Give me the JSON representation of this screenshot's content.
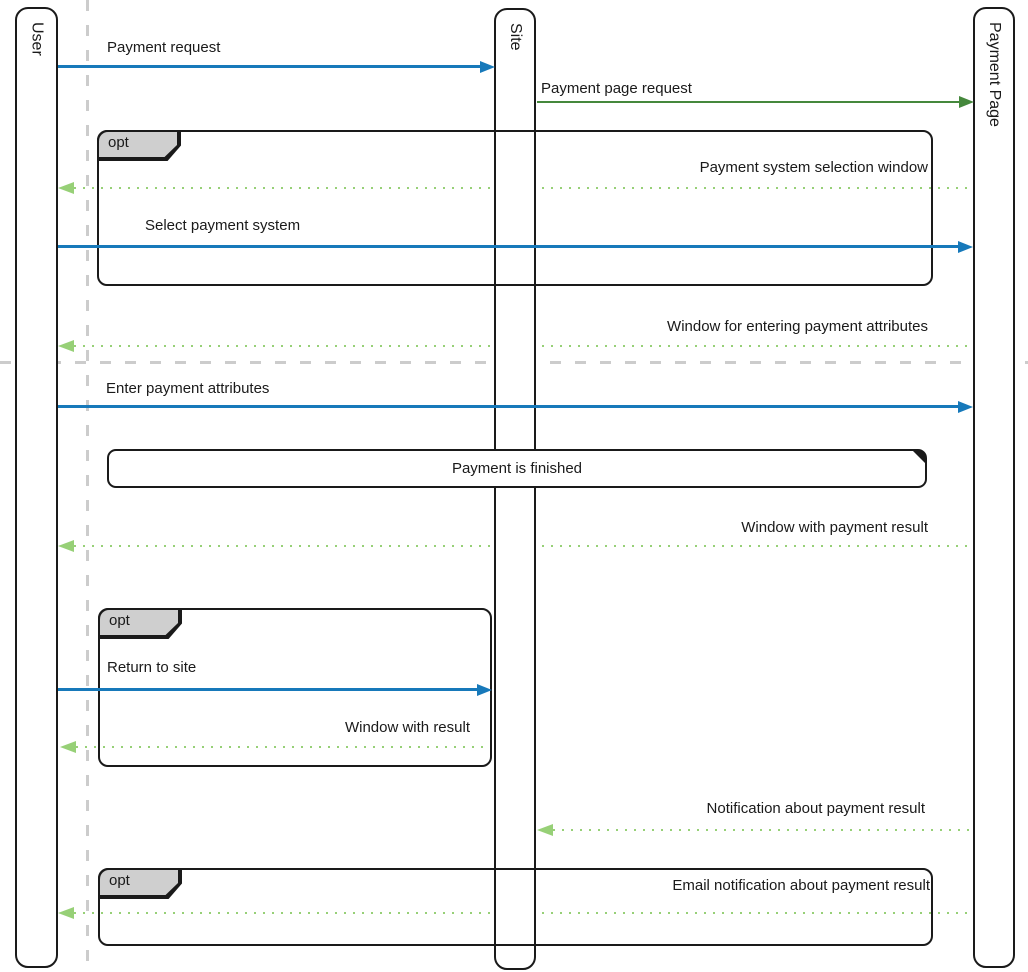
{
  "participants": [
    {
      "label": "User"
    },
    {
      "label": "Site"
    },
    {
      "label": "Payment Page"
    }
  ],
  "fragments": [
    {
      "label": "opt"
    },
    {
      "label": "opt"
    },
    {
      "label": "opt"
    }
  ],
  "note": {
    "label": "Payment is finished"
  },
  "messages": [
    {
      "label": "Payment request",
      "style": "solid",
      "color": "#1779ba",
      "direction": "right",
      "from": "User",
      "to": "Site"
    },
    {
      "label": "Payment page request",
      "style": "solid",
      "color": "#45883c",
      "direction": "right",
      "from": "Site",
      "to": "Payment Page"
    },
    {
      "label": "Payment system selection window",
      "style": "dotted",
      "color": "#97d077",
      "direction": "left",
      "from": "Payment Page",
      "to": "User"
    },
    {
      "label": "Select payment system",
      "style": "solid",
      "color": "#1779ba",
      "direction": "right",
      "from": "User",
      "to": "Payment Page"
    },
    {
      "label": "Window for entering payment attributes",
      "style": "dotted",
      "color": "#97d077",
      "direction": "left",
      "from": "Payment Page",
      "to": "User"
    },
    {
      "label": "Enter payment attributes",
      "style": "solid",
      "color": "#1779ba",
      "direction": "right",
      "from": "User",
      "to": "Payment Page"
    },
    {
      "label": "Window with payment result",
      "style": "dotted",
      "color": "#97d077",
      "direction": "left",
      "from": "Payment Page",
      "to": "User"
    },
    {
      "label": "Return to site",
      "style": "solid",
      "color": "#1779ba",
      "direction": "right",
      "from": "User",
      "to": "Site"
    },
    {
      "label": "Window with result",
      "style": "dotted",
      "color": "#97d077",
      "direction": "left",
      "from": "Site",
      "to": "User"
    },
    {
      "label": "Notification about payment result",
      "style": "dotted",
      "color": "#97d077",
      "direction": "left",
      "from": "Payment Page",
      "to": "Site"
    },
    {
      "label": "Email notification about payment result",
      "style": "dotted",
      "color": "#97d077",
      "direction": "left",
      "from": "Payment Page",
      "to": "User"
    }
  ],
  "colors": {
    "message_blue": "#1779ba",
    "message_green": "#45883c",
    "reply_dotted_green": "#97d077",
    "guide_gray": "#cccccc",
    "fragment_tab_gray": "#cfcfcf",
    "stroke_black": "#1a1a1a"
  }
}
